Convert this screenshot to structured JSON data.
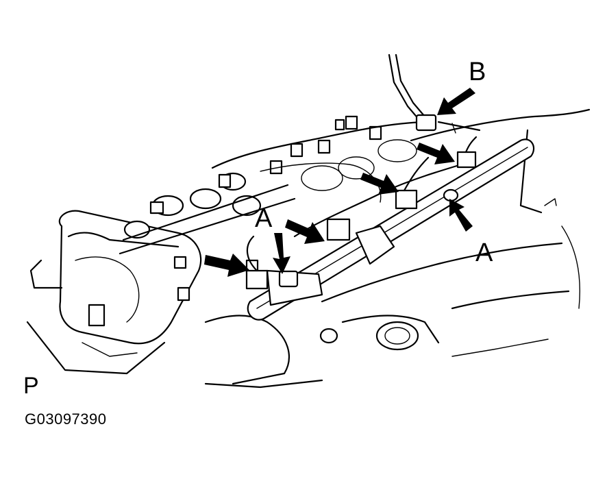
{
  "diagram": {
    "callouts": {
      "a_upper_left": "A",
      "a_lower_right": "A",
      "b": "B"
    },
    "corner_mark": "P",
    "figure_id": "G03097390"
  }
}
